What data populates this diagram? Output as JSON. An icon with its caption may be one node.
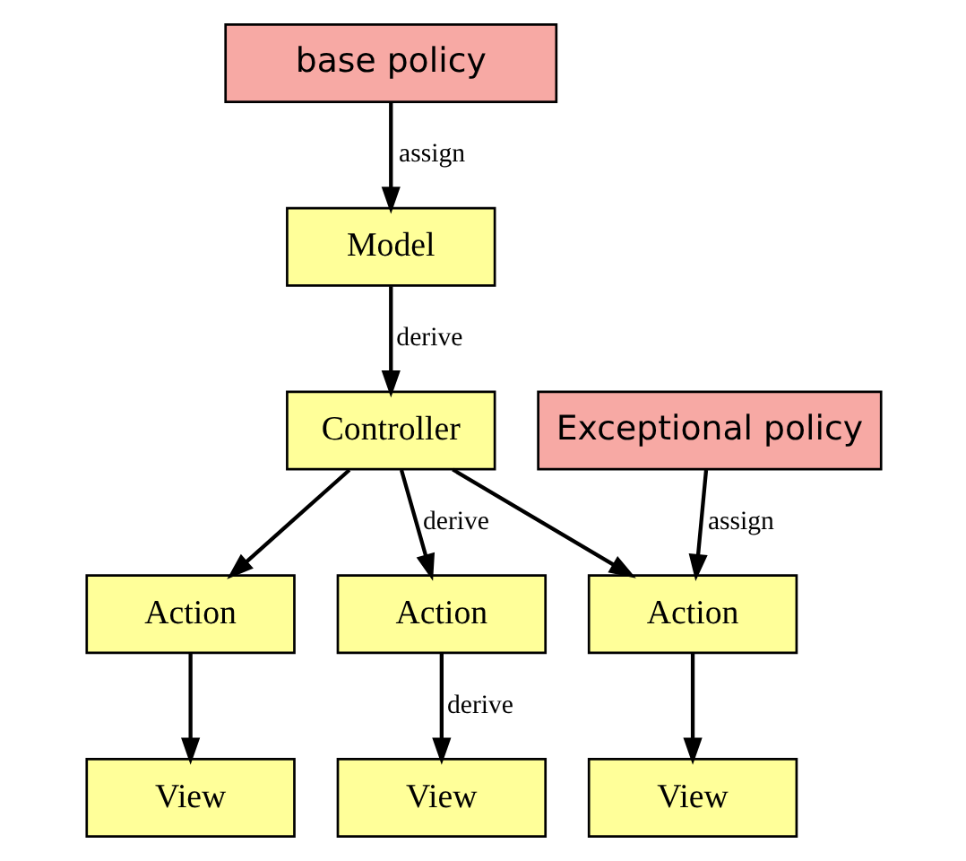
{
  "diagram": {
    "nodes": [
      {
        "text": [
          "base policy"
        ]
      },
      {
        "text": [
          "Model"
        ]
      },
      {
        "text": [
          "Exceptional policy"
        ]
      },
      {
        "text": [
          "Controller"
        ]
      },
      {
        "text": [
          "Action"
        ]
      },
      {
        "text": [
          "Action"
        ]
      },
      {
        "text": [
          "Action"
        ]
      },
      {
        "text": [
          "View"
        ]
      },
      {
        "text": [
          "View"
        ]
      },
      {
        "text": [
          "View"
        ]
      }
    ],
    "edges": [
      {
        "from": 0,
        "to": 1,
        "arrow": "to",
        "label": "assign"
      },
      {
        "from": 1,
        "to": 3,
        "arrow": "to",
        "label": "derive"
      },
      {
        "from": 3,
        "to": 4,
        "arrow": "to"
      },
      {
        "from": 3,
        "to": 5,
        "arrow": "to"
      },
      {
        "from": 3,
        "to": 6,
        "arrow": "to",
        "label": "derive"
      },
      {
        "from": 2,
        "to": 4,
        "arrow": "to",
        "label": "assign"
      },
      {
        "from": 4,
        "to": 7,
        "arrow": "to"
      },
      {
        "from": 5,
        "to": 8,
        "arrow": "to"
      },
      {
        "from": 6,
        "to": 9,
        "arrow": "to",
        "label": "derive"
      }
    ]
  }
}
